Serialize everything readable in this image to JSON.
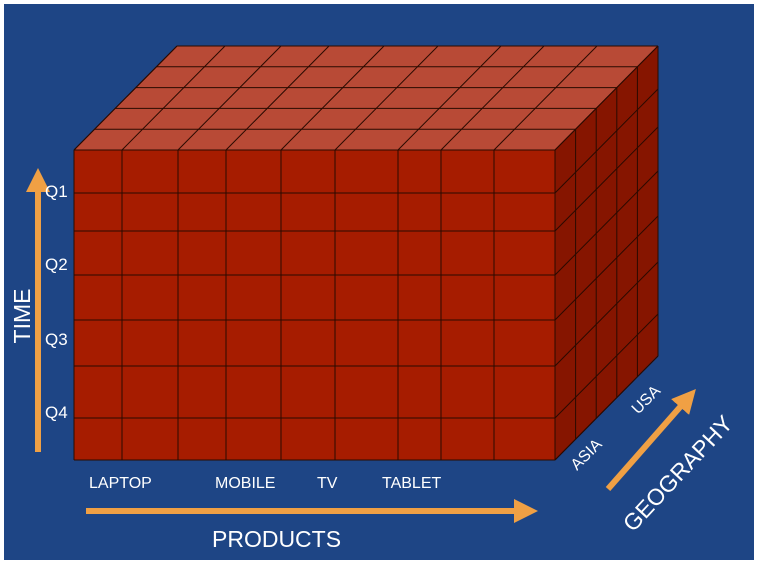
{
  "colors": {
    "background": "#1e4585",
    "page": "#ffffff",
    "front_face": "#a61c00",
    "top_face": "#b84a36",
    "side_face": "#861500",
    "grid_line": "#2a0a00",
    "arrow": "#f0a044",
    "text": "#ffffff"
  },
  "labels": {
    "time_axis": "TIME",
    "quarters": [
      "Q1",
      "Q2",
      "Q3",
      "Q4"
    ],
    "products_axis": "PRODUCTS",
    "products": [
      "LAPTOP",
      "MOBILE",
      "TV",
      "TABLET"
    ],
    "geography_axis": "GEOGRAPHY",
    "regions": [
      "ASIA",
      "USA"
    ]
  },
  "icons": {
    "time_arrow": "arrow-up-icon",
    "products_arrow": "arrow-right-icon",
    "geography_arrow": "arrow-diagonal-icon"
  }
}
